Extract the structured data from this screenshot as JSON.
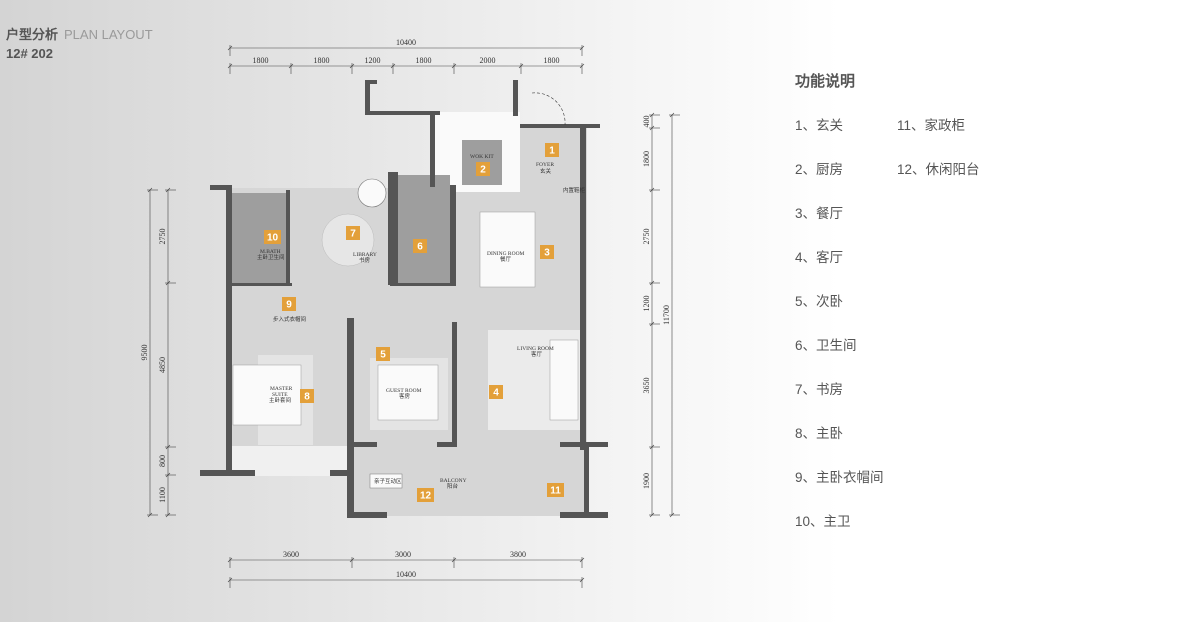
{
  "header": {
    "title_cn": "户型分析",
    "title_en": "PLAN LAYOUT",
    "unit": "12# 202"
  },
  "dimensions": {
    "top_total": "10400",
    "top": [
      "1800",
      "1800",
      "1200",
      "1800",
      "2000",
      "1800"
    ],
    "bottom": [
      "3600",
      "3000",
      "3800"
    ],
    "bottom_total": "10400",
    "left": [
      "2750",
      "4850",
      "800",
      "1100"
    ],
    "left_total": "9500",
    "right": [
      "400",
      "1800",
      "2750",
      "1200",
      "3650",
      "1900"
    ],
    "right_total": "11700"
  },
  "rooms": {
    "foyer_en": "FOYER",
    "foyer_cn": "玄关",
    "kitchen_en": "WOK KIT",
    "dining_en": "DINING ROOM",
    "dining_cn": "餐厅",
    "living_en": "LIVING ROOM",
    "living_cn": "客厅",
    "library_en": "LIBRARY",
    "library_cn": "书房",
    "mbath_en": "M.BATH",
    "mbath_cn": "主卧卫生间",
    "master_en1": "MASTER",
    "master_en2": "SUITE",
    "master_cn": "主卧套间",
    "guest_en": "GUEST ROOM",
    "guest_cn": "客房",
    "closet_cn": "步入式衣帽间",
    "balcony_en": "BALCONY",
    "balcony_cn": "阳台",
    "kids_cn": "亲子互动区",
    "shoe_cn": "内置鞋柜"
  },
  "badges": [
    "1",
    "2",
    "3",
    "4",
    "5",
    "6",
    "7",
    "8",
    "9",
    "10",
    "11",
    "12"
  ],
  "legend": {
    "title": "功能说明",
    "items": [
      "1、玄关",
      "2、厨房",
      "3、餐厅",
      "4、客厅",
      "5、次卧",
      "6、卫生间",
      "7、书房",
      "8、主卧",
      "9、主卧衣帽间",
      "10、主卫",
      "11、家政柜",
      "12、休闲阳台"
    ]
  },
  "colors": {
    "badge": "#e3a03a",
    "wall": "#555555",
    "floor": "#d6d6d6",
    "wet": "#9e9e9e"
  }
}
